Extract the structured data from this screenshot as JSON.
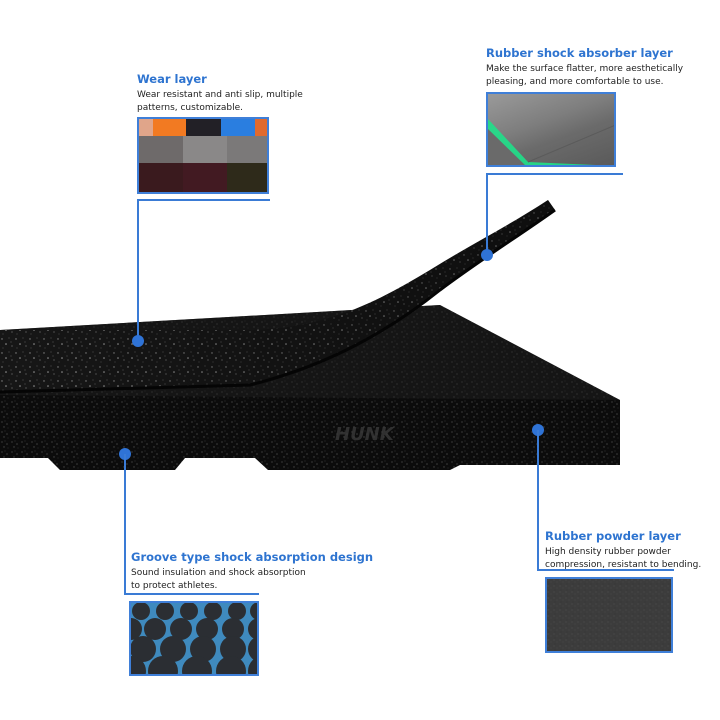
{
  "accent_color": "#2e74d0",
  "callouts": {
    "wear_layer": {
      "title": "Wear layer",
      "desc_line1": "Wear resistant and anti slip, multiple",
      "desc_line2": "patterns, customizable."
    },
    "shock_absorber_layer": {
      "title": "Rubber shock absorber layer",
      "desc_line1": "Make the surface flatter, more aesthetically",
      "desc_line2": "pleasing, and more comfortable to use."
    },
    "groove_design": {
      "title": "Groove type shock absorption design",
      "desc_line1": "Sound insulation and shock absorption",
      "desc_line2": "to protect athletes."
    },
    "powder_layer": {
      "title": "Rubber powder layer",
      "desc_line1": "High density rubber powder",
      "desc_line2": "compression, resistant to bending."
    }
  },
  "product": {
    "watermark": "HUNK"
  }
}
